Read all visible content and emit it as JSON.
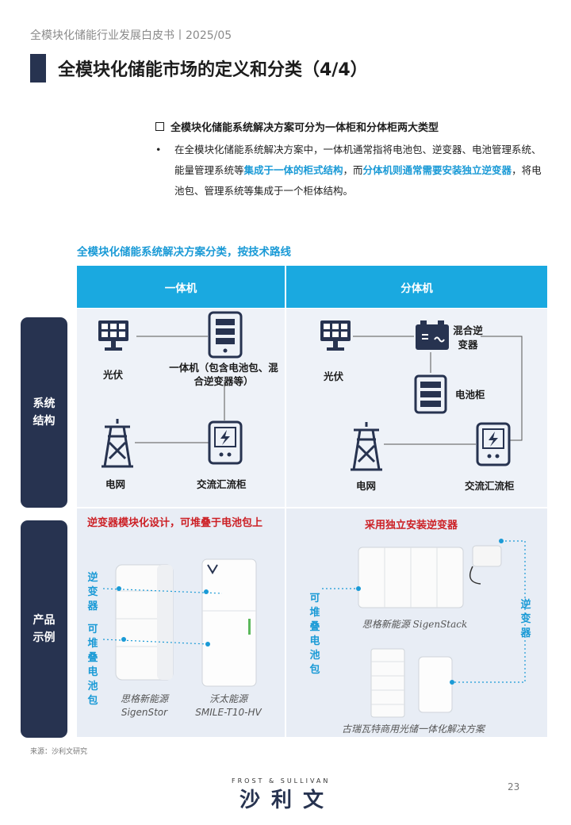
{
  "header": {
    "report_title": "全模块化储能行业发展白皮书丨2025/05",
    "page_title": "全模块化储能市场的定义和分类（4/4）"
  },
  "summary": {
    "heading": "全模块化储能系统解决方案可分为一体柜和分体柜两大类型",
    "bullet": "•",
    "text_1": "在全模块化储能系统解决方案中，一体机通常指将电池包、逆变器、电池管理系统、能量管理系统等",
    "highlight_1": "集成于一体的柜式结构",
    "text_2": "，而",
    "highlight_2": "分体机则通常需要安装独立逆变器",
    "text_3": "，将电池包、管理系统等集成于一个柜体结构。"
  },
  "diagram": {
    "subtitle": "全模块化储能系统解决方案分类，按技术路线",
    "columns": [
      "一体机",
      "分体机"
    ],
    "row_labels": [
      "系统\n结构",
      "产品\n示例"
    ],
    "left_structure": {
      "pv": "光伏",
      "all_in_one": "一体机（包含电池包、混合逆变器等）",
      "grid": "电网",
      "ac_box": "交流汇流柜"
    },
    "right_structure": {
      "pv": "光伏",
      "hybrid_inverter": "混合逆变器",
      "battery_cabinet": "电池柜",
      "grid": "电网",
      "ac_box": "交流汇流柜"
    },
    "left_products": {
      "note": "逆变器模块化设计，可堆叠于电池包上",
      "label_inverter": "逆变器",
      "label_stack": "可堆叠电池包",
      "product_1_brand": "思格新能源",
      "product_1_model": "SigenStor",
      "product_2_brand": "沃太能源",
      "product_2_model": "SMILE-T10-HV"
    },
    "right_products": {
      "note": "采用独立安装逆变器",
      "label_stack": "可堆叠电池包",
      "label_inverter": "逆变器",
      "product_1": "思格新能源 SigenStack",
      "product_2": "古瑞瓦特商用光储一体化解决方案"
    }
  },
  "footer": {
    "source": "来源：沙利文研究",
    "logo_en": "FROST & SULLIVAN",
    "logo_cn": "沙利文",
    "page_number": "23"
  },
  "colors": {
    "navy": "#273350",
    "accent_blue": "#1aa9e0",
    "highlight_blue": "#1a9ad6",
    "red": "#cc1f24",
    "panel": "#eef2f8"
  }
}
